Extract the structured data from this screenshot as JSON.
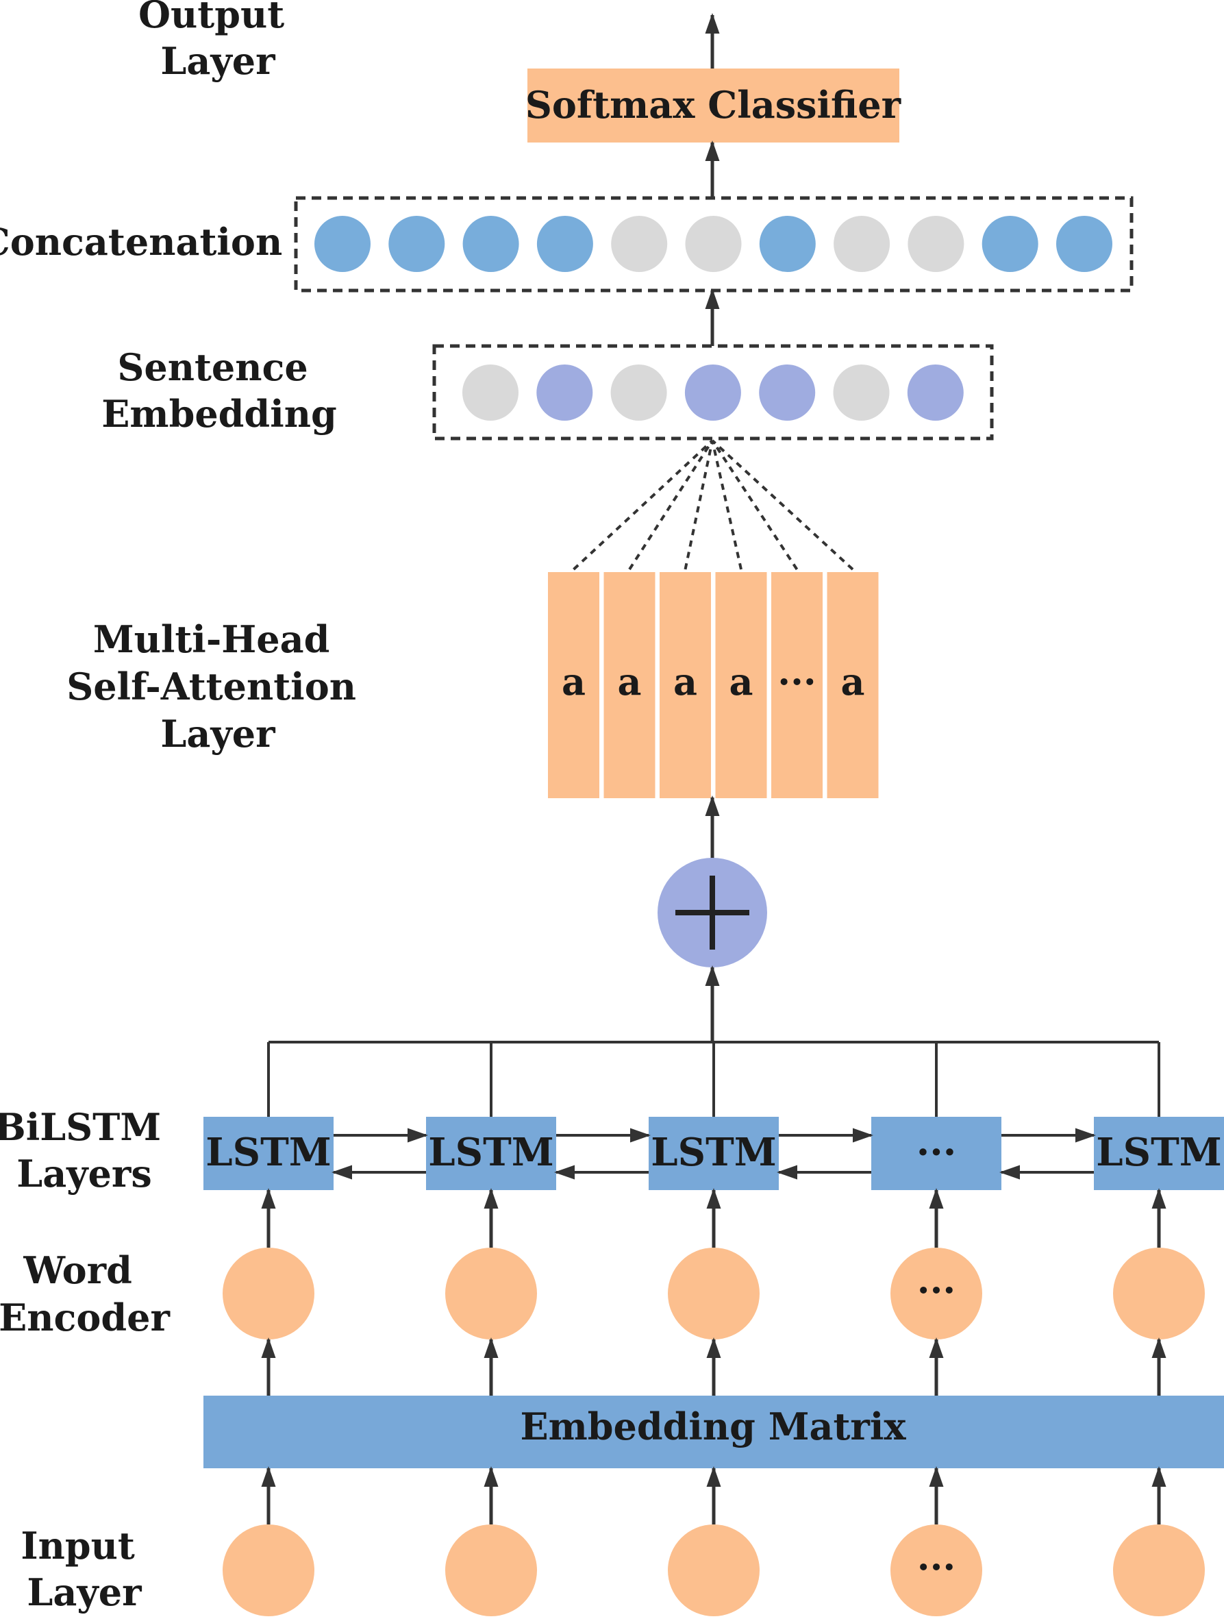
{
  "layer_labels": {
    "output": [
      "Output",
      "Layer"
    ],
    "concatenation": "Concatenation",
    "sentence_embedding": [
      "Sentence",
      "Embedding"
    ],
    "attention": [
      "Multi-Head",
      "Self-Attention",
      "Layer"
    ],
    "bilstm": [
      "BiLSTM",
      "Layers"
    ],
    "word_encoder": [
      "Word",
      "Encoder"
    ],
    "input": [
      "Input",
      "Layer"
    ]
  },
  "softmax": {
    "label": "Softmax Classifier"
  },
  "concatenation": {
    "nodes": [
      "blue",
      "blue",
      "blue",
      "blue",
      "grey",
      "grey",
      "blue",
      "grey",
      "grey",
      "blue",
      "blue"
    ]
  },
  "sentence_embedding": {
    "nodes": [
      "grey",
      "purple",
      "grey",
      "purple",
      "purple",
      "grey",
      "purple"
    ]
  },
  "attention_heads": [
    "a",
    "a",
    "a",
    "a",
    "···",
    "a"
  ],
  "add_symbol": "+",
  "lstm_cells": [
    "LSTM",
    "LSTM",
    "LSTM",
    "···",
    "LSTM"
  ],
  "word_encoder_nodes": [
    "",
    "",
    "",
    "···",
    ""
  ],
  "embedding_matrix": {
    "label": "Embedding Matrix"
  },
  "input_nodes": [
    "",
    "",
    "",
    "···",
    ""
  ],
  "colors": {
    "orange": "#FCBF8E",
    "blue_box": "#78A8D8",
    "blue_node": "#78ADDB",
    "grey_node": "#D9D9D9",
    "purple_node": "#9FACE0",
    "arrow": "#333333"
  }
}
